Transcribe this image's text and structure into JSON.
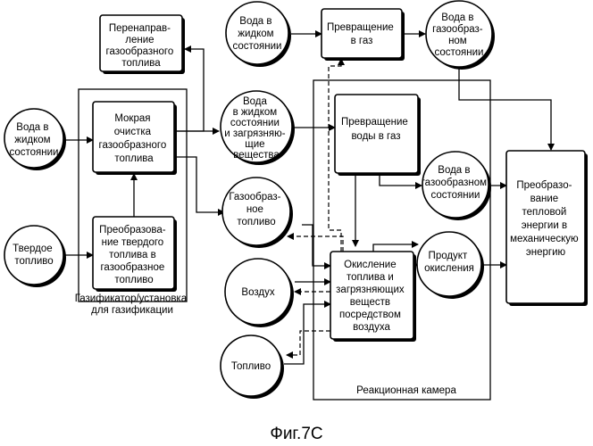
{
  "figure": {
    "caption": "Фиг.7С",
    "gasifier_group_label": [
      "Газификатор/установка",
      "для газификации"
    ],
    "reaction_chamber_label": "Реакционная камера"
  },
  "nodes": {
    "water_liquid_left": [
      "Вода в",
      "жидком",
      "состоянии"
    ],
    "solid_fuel": [
      "Твердое",
      "топливо"
    ],
    "gas_fuel_redirect": [
      "Перенаправ-",
      "ление",
      "газообразного",
      "топлива"
    ],
    "wet_scrubbing": [
      "Мокрая",
      "очистка",
      "газообразного",
      "топлива"
    ],
    "solid_to_gas_conversion": [
      "Преобразова-",
      "ние твердого",
      "топлива в",
      "газообразное",
      "топливо"
    ],
    "water_liquid_top": [
      "Вода в",
      "жидком",
      "состоянии"
    ],
    "conversion_to_gas": [
      "Превращение",
      "в газ"
    ],
    "water_gaseous_top": [
      "Вода в",
      "газообраз-",
      "ном",
      "состоянии"
    ],
    "water_with_pollutants": [
      "Вода",
      "в жидком",
      "состоянии",
      "и загрязняю-",
      "щие",
      "вещества"
    ],
    "water_to_gas_conversion": [
      "Превращение",
      "воды в газ"
    ],
    "water_gaseous_mid": [
      "Вода в",
      "газообразном",
      "состоянии"
    ],
    "gaseous_fuel": [
      "Газообраз-",
      "ное",
      "топливо"
    ],
    "oxidation_product": [
      "Продукт",
      "окисления"
    ],
    "thermal_to_mechanical": [
      "Преобразо-",
      "вание",
      "тепловой",
      "энергии в",
      "механическую",
      "энергию"
    ],
    "air": [
      "Воздух"
    ],
    "fuel": [
      "Топливо"
    ],
    "oxidation": [
      "Окисление",
      "топлива и",
      "загрязняющих",
      "веществ",
      "посредством",
      "воздуха"
    ]
  }
}
